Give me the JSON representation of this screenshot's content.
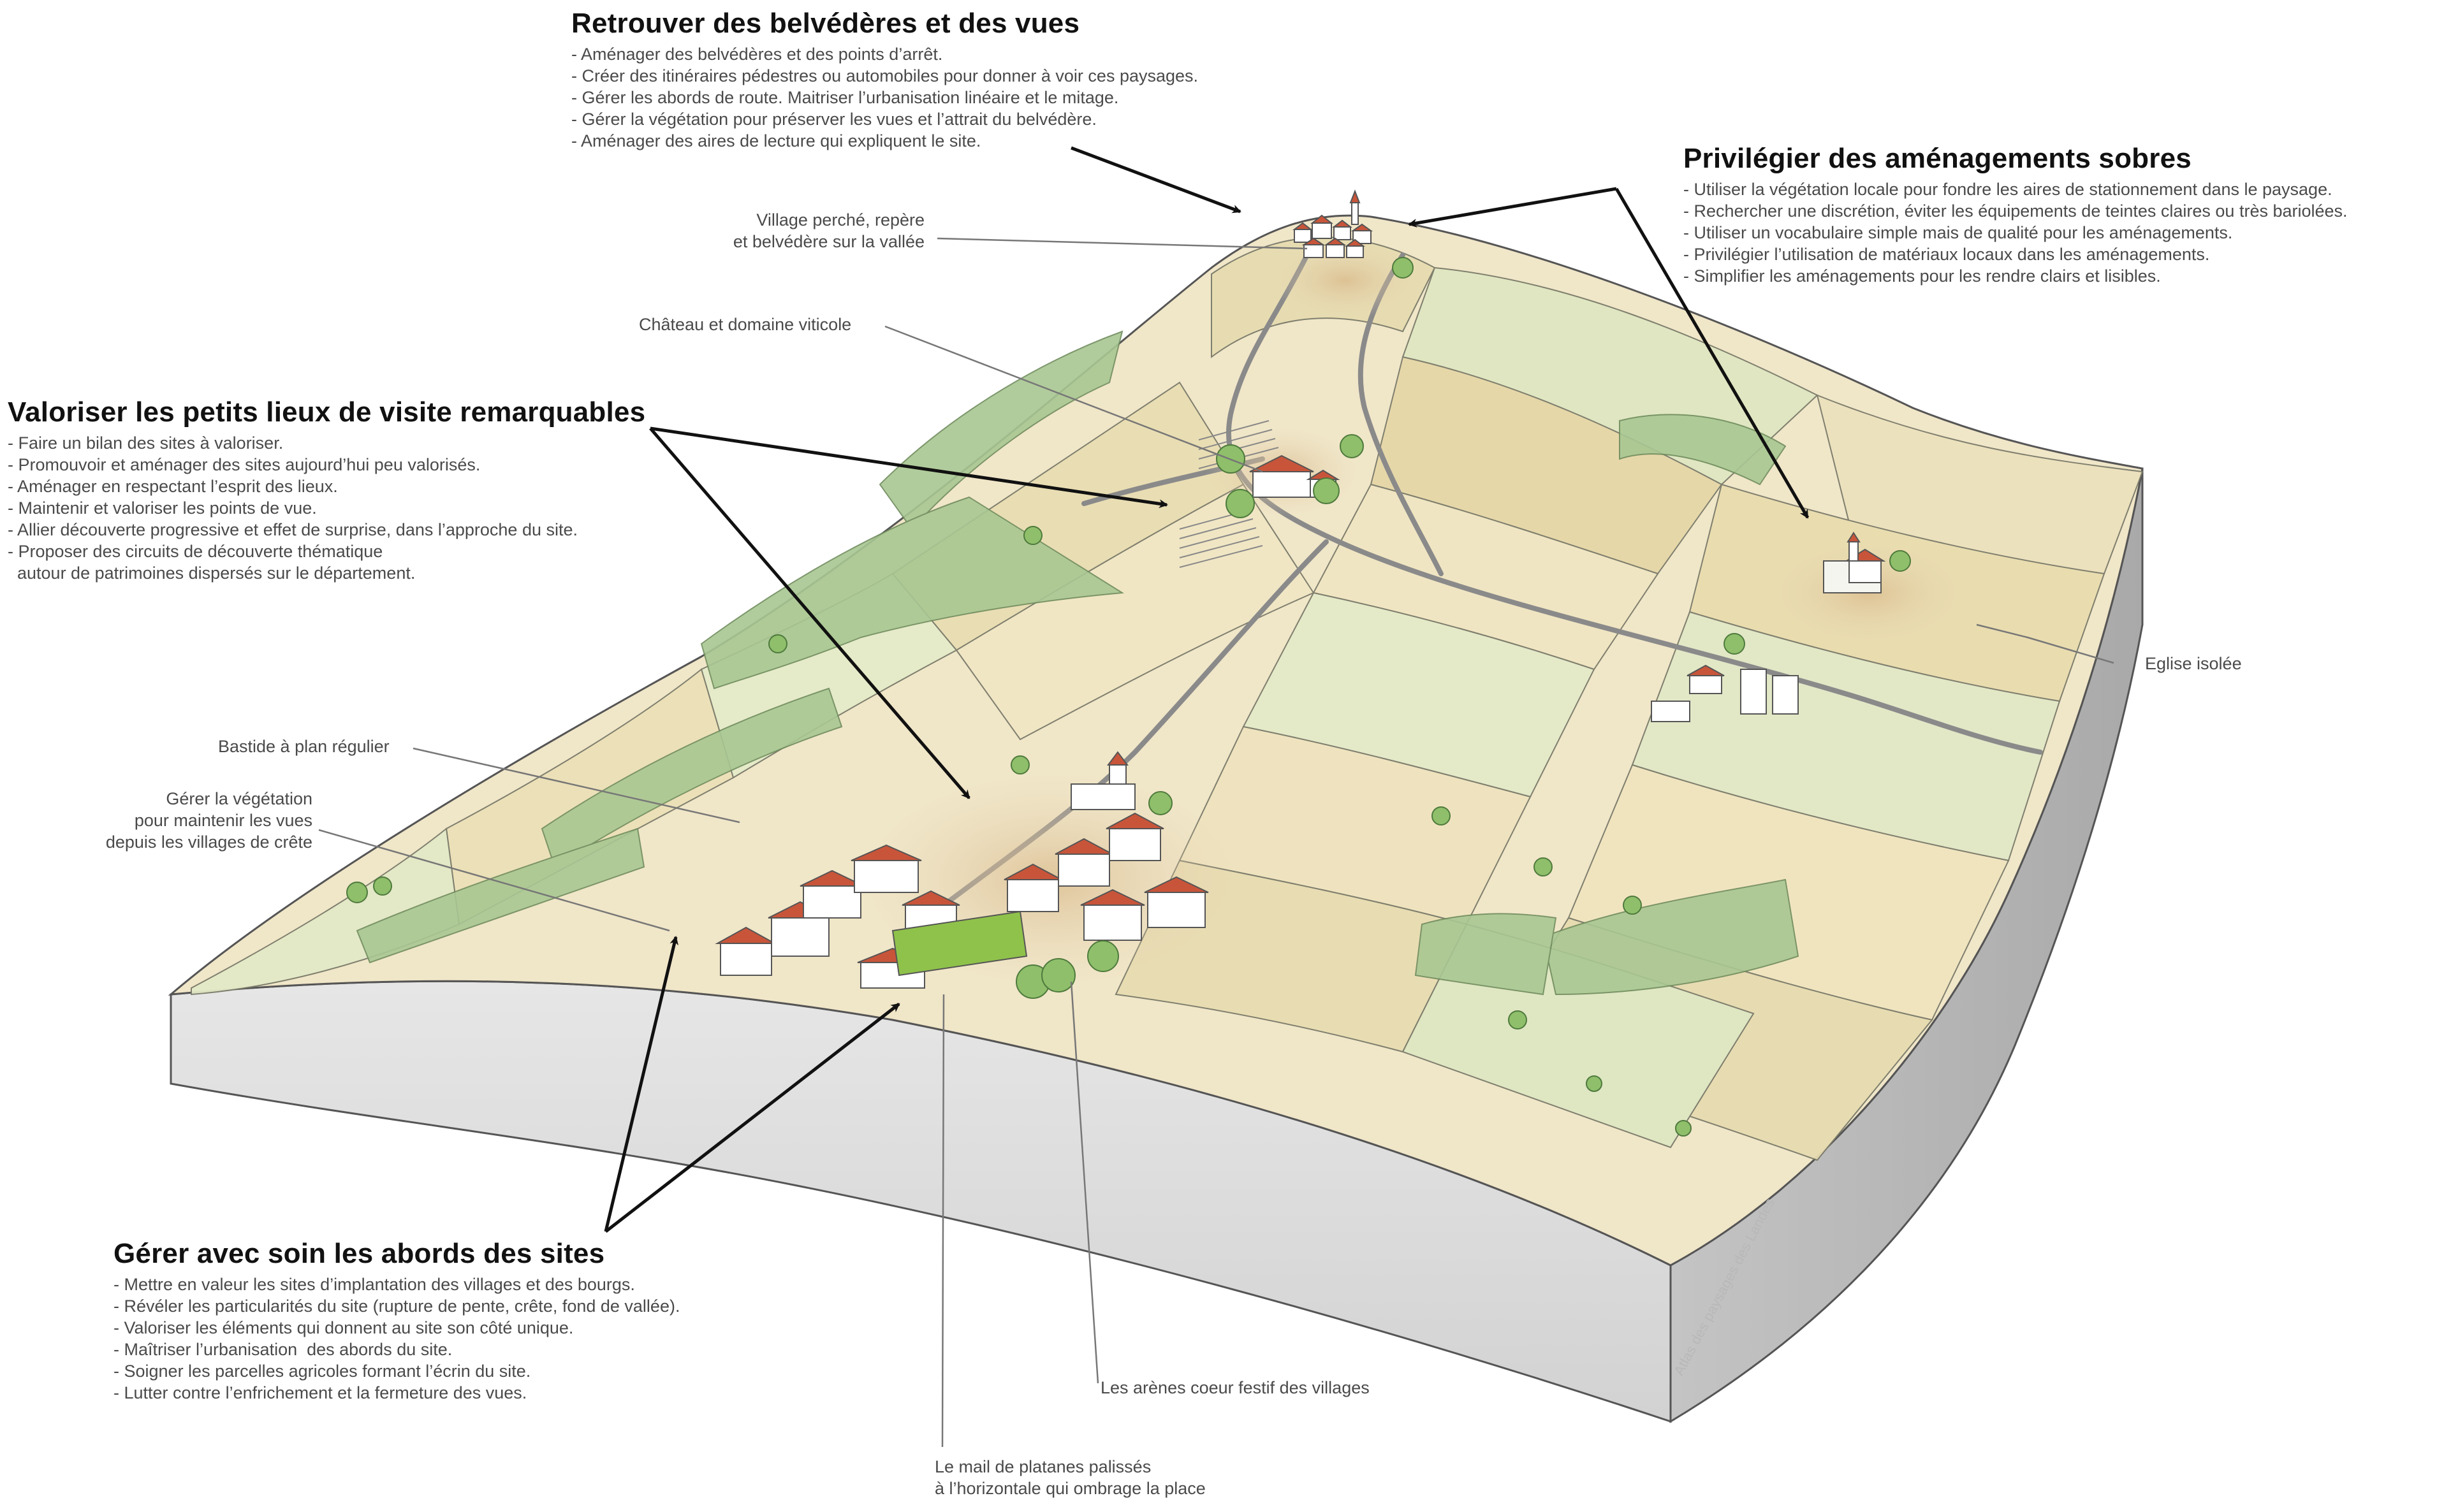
{
  "blocks": {
    "belvederes": {
      "title": "Retrouver des belvédères et des vues",
      "items": [
        "- Aménager des belvédères et des points d’arrêt.",
        "- Créer des itinéraires pédestres ou automobiles pour donner à voir ces paysages.",
        "- Gérer les abords de route. Maitriser l’urbanisation linéaire et le mitage.",
        "- Gérer la végétation pour préserver les vues et l’attrait du belvédère.",
        "- Aménager des aires de lecture qui expliquent le site."
      ]
    },
    "sobres": {
      "title": "Privilégier des aménagements sobres",
      "items": [
        "- Utiliser la végétation locale pour fondre les aires de stationnement dans le paysage.",
        "- Rechercher une discrétion, éviter les équipements de teintes claires ou très bariolées.",
        "- Utiliser un vocabulaire simple mais de qualité pour les aménagements.",
        "- Privilégier l’utilisation de matériaux locaux dans les aménagements.",
        "- Simplifier les aménagements pour les rendre clairs et lisibles."
      ]
    },
    "valoriser": {
      "title": "Valoriser les petits lieux de visite remarquables",
      "items": [
        "- Faire un bilan des sites à valoriser.",
        "- Promouvoir et aménager des sites aujourd’hui peu valorisés.",
        "- Aménager en respectant l’esprit des lieux.",
        "- Maintenir et valoriser les points de vue.",
        "- Allier découverte progressive et effet de surprise, dans l’approche du site.",
        "- Proposer des circuits de découverte thématique",
        "  autour de patrimoines dispersés sur le département."
      ]
    },
    "abords": {
      "title": "Gérer avec soin les abords des sites",
      "items": [
        "- Mettre en valeur les sites d’implantation des villages et des bourgs.",
        "- Révéler les particularités du site (rupture de pente, crête, fond de vallée).",
        "- Valoriser les éléments qui donnent au site son côté unique.",
        "- Maîtriser l’urbanisation  des abords du site.",
        "- Soigner les parcelles agricoles formant l’écrin du site.",
        "- Lutter contre l’enfrichement et la fermeture des vues."
      ]
    }
  },
  "labels": {
    "village_perche": [
      "Village perché, repère",
      "et belvédère sur la vallée"
    ],
    "chateau": [
      "Château et domaine viticole"
    ],
    "bastide": [
      "Bastide à plan régulier"
    ],
    "vegetation": [
      "Gérer la végétation",
      "pour maintenir les vues",
      "depuis les villages de crête"
    ],
    "eglise": [
      "Eglise isolée"
    ],
    "arenes": [
      "Les arènes coeur festif des villages"
    ],
    "mail": [
      "Le mail de platanes palissés",
      "à l’horizontale qui ombrage la place"
    ]
  },
  "credit": "Atlas des paysages des Landes",
  "colors": {
    "text_dark": "#111111",
    "text_body": "#4a4a4a",
    "leader": "#777777",
    "arrow": "#111111",
    "field_cream": "#f2e7c6",
    "field_green": "#dfe8c4",
    "hedge": "#9fbe8a",
    "roof": "#c8553a",
    "block_side": "#d8d8d8"
  }
}
